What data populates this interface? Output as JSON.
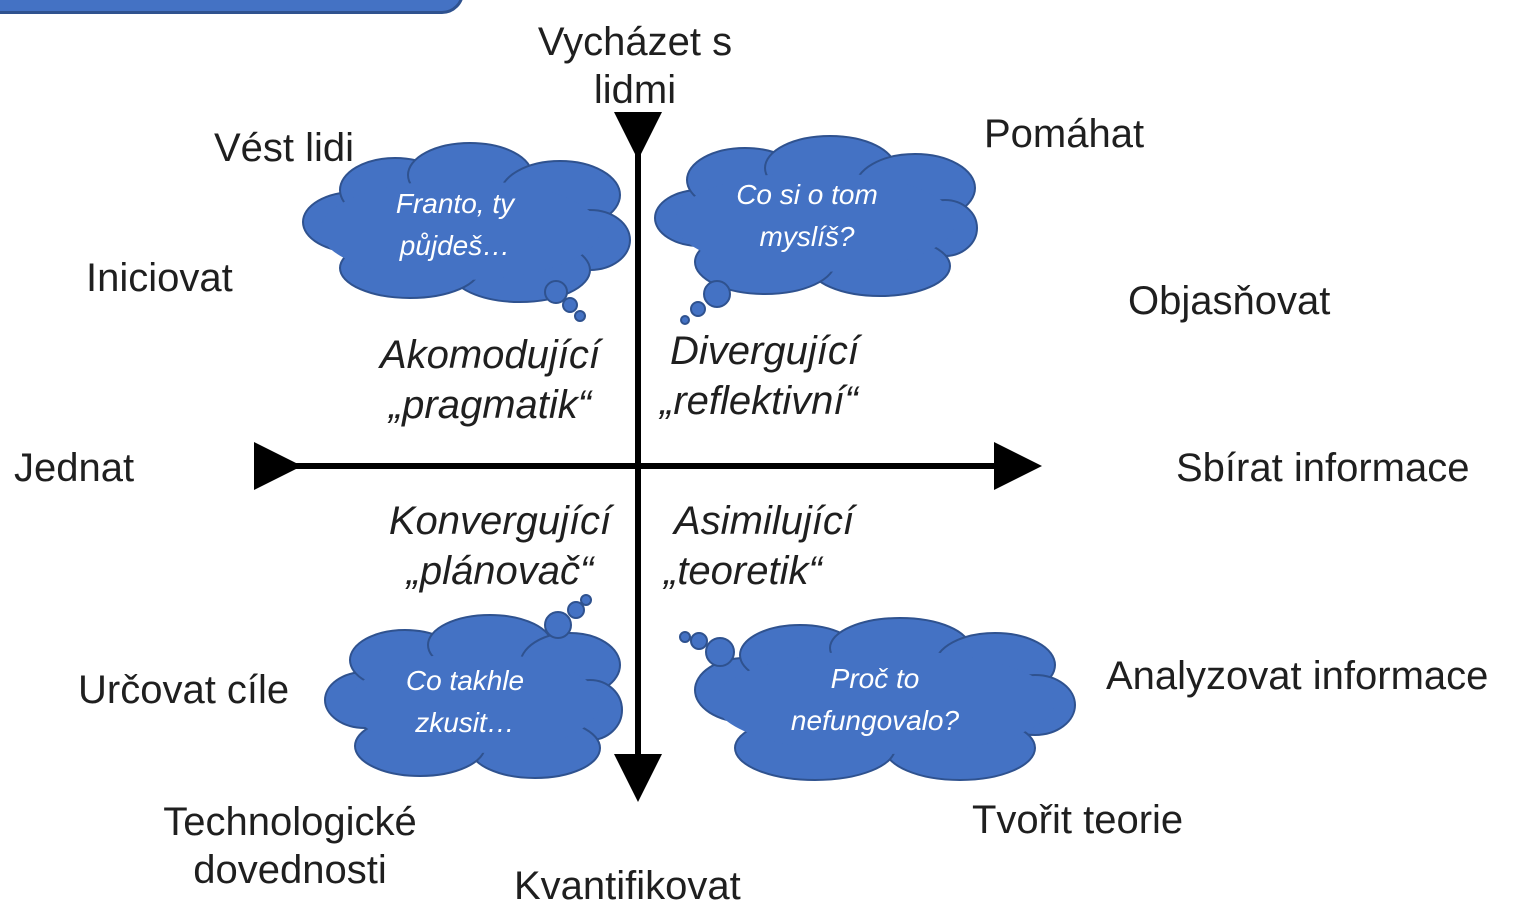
{
  "axes": {
    "top": [
      "Vycházet s",
      "lidmi"
    ],
    "bottom": "Kvantifikovat",
    "left": "Jednat",
    "right": "Sbírat informace"
  },
  "outer_labels": {
    "vest_lidi": "Vést lidi",
    "pomahat": "Pomáhat",
    "iniciovat": "Iniciovat",
    "objasnovat": "Objasňovat",
    "urcovat_cile": "Určovat cíle",
    "analyzovat": "Analyzovat informace",
    "technologicke": [
      "Technologické",
      "dovednosti"
    ],
    "tvorit_teorie": "Tvořit teorie"
  },
  "quadrants": {
    "top_left": [
      "Akomodující",
      "„pragmatik“"
    ],
    "top_right": [
      "Divergující",
      "„reflektivní“"
    ],
    "bottom_left": [
      "Konvergující",
      "„plánovač“"
    ],
    "bottom_right": [
      "Asimilující",
      "„teoretik“"
    ]
  },
  "clouds": {
    "top_left": [
      "Franto, ty",
      "půjdeš…"
    ],
    "top_right": [
      "Co si o tom",
      "myslíš?"
    ],
    "bottom_left": [
      "Co takhle",
      "zkusit…"
    ],
    "bottom_right": [
      "Proč to",
      "nefungovalo?"
    ]
  },
  "colors": {
    "cloud_fill": "#4472c4",
    "cloud_stroke": "#2f528f",
    "axis": "#000000"
  }
}
